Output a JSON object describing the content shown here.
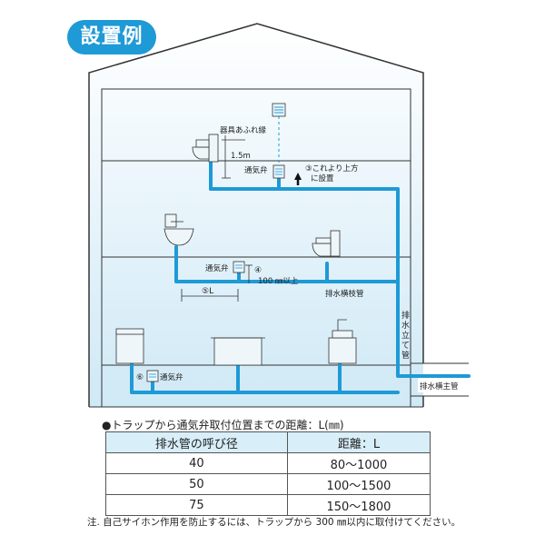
{
  "title": "設置例",
  "labels": {
    "overflow_rim": "器具あふれ縁",
    "height_15": "1.5m",
    "vent_valve_top": "通気弁",
    "note3_line1": "③これより上方",
    "note3_line2": "に設置",
    "vent_valve_mid": "通気弁",
    "mark4": "④",
    "dist_100": "100 ㎜以上",
    "mark5L": "⑤L",
    "branch_pipe": "排水横枝管",
    "stack_pipe": "排水立て管",
    "mark6": "⑥",
    "vent_valve_bottom": "通気弁",
    "main_pipe": "排水横主管"
  },
  "table": {
    "caption": "●トラップから通気弁取付位置までの距離：L(㎜)",
    "headers": [
      "排水管の呼び径",
      "距離：L"
    ],
    "rows": [
      [
        "40",
        "80～1000"
      ],
      [
        "50",
        "100～1500"
      ],
      [
        "75",
        "150～1800"
      ]
    ]
  },
  "note": "注. 自己サイホン作用を防止するには、トラップから 300 ㎜以内に取付けてください。",
  "colors": {
    "pipe": "#1e9ad6",
    "wall": "#333333",
    "sky_top": "#ffffff",
    "sky_bottom": "#cfe9f6",
    "header_bg": "#d8eef9"
  }
}
